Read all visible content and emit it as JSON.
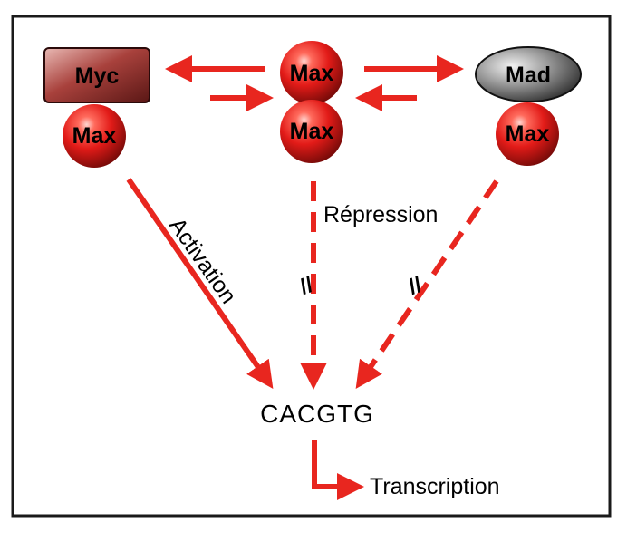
{
  "diagram": {
    "proteins": {
      "myc": "Myc",
      "mad": "Mad",
      "max_left": "Max",
      "max_top": "Max",
      "max_bottom": "Max",
      "max_right": "Max"
    },
    "labels": {
      "activation": "Activation",
      "repression": "Répression",
      "target": "CACGTG",
      "transcription": "Transcription",
      "blocked_mark": "//"
    },
    "colors": {
      "arrow": "#e8261f",
      "sphere": "#e21b18",
      "myc_box": "#8a2a28",
      "mad_oval": "#4a4a4a",
      "frame": "#1a1a1a"
    }
  }
}
